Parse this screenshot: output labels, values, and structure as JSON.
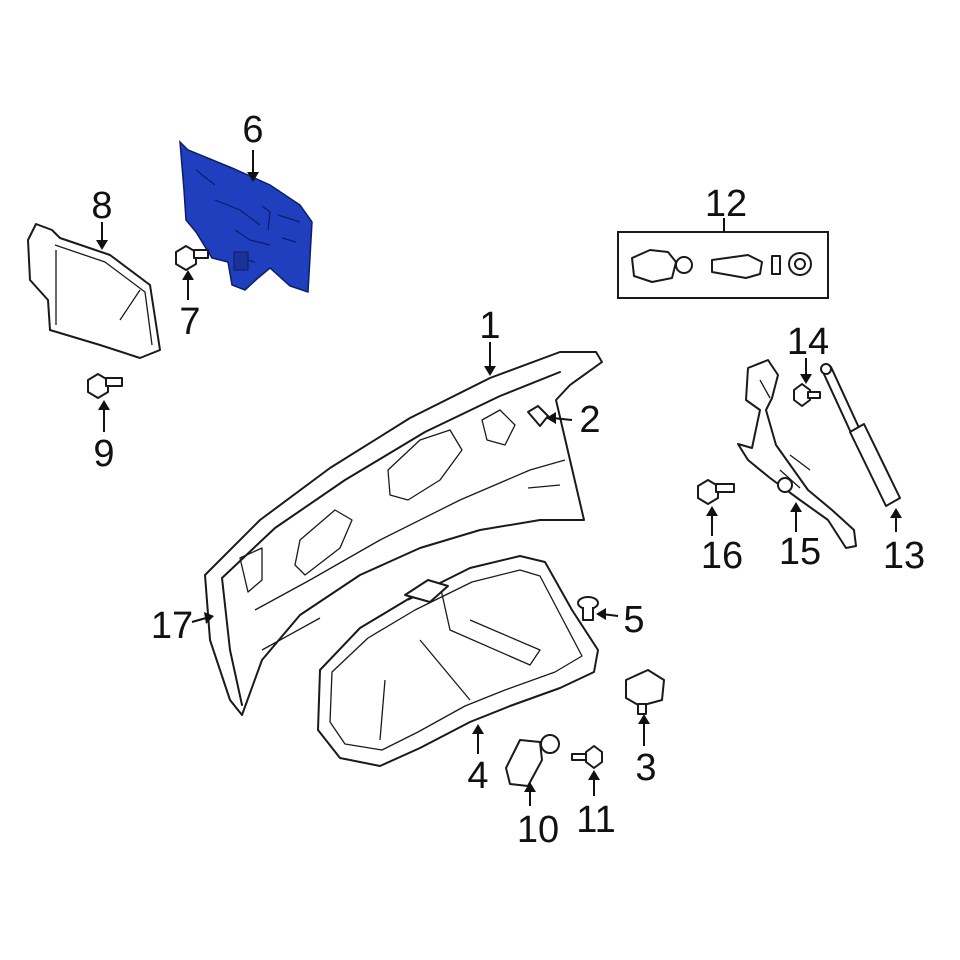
{
  "diagram": {
    "highlight_color": "#1f3fbf",
    "line_color": "#1a1a1a",
    "callouts": {
      "c1": "1",
      "c2": "2",
      "c3": "3",
      "c4": "4",
      "c5": "5",
      "c6": "6",
      "c7": "7",
      "c8": "8",
      "c9": "9",
      "c10": "10",
      "c11": "11",
      "c12": "12",
      "c13": "13",
      "c14": "14",
      "c15": "15",
      "c16": "16",
      "c17": "17"
    }
  }
}
